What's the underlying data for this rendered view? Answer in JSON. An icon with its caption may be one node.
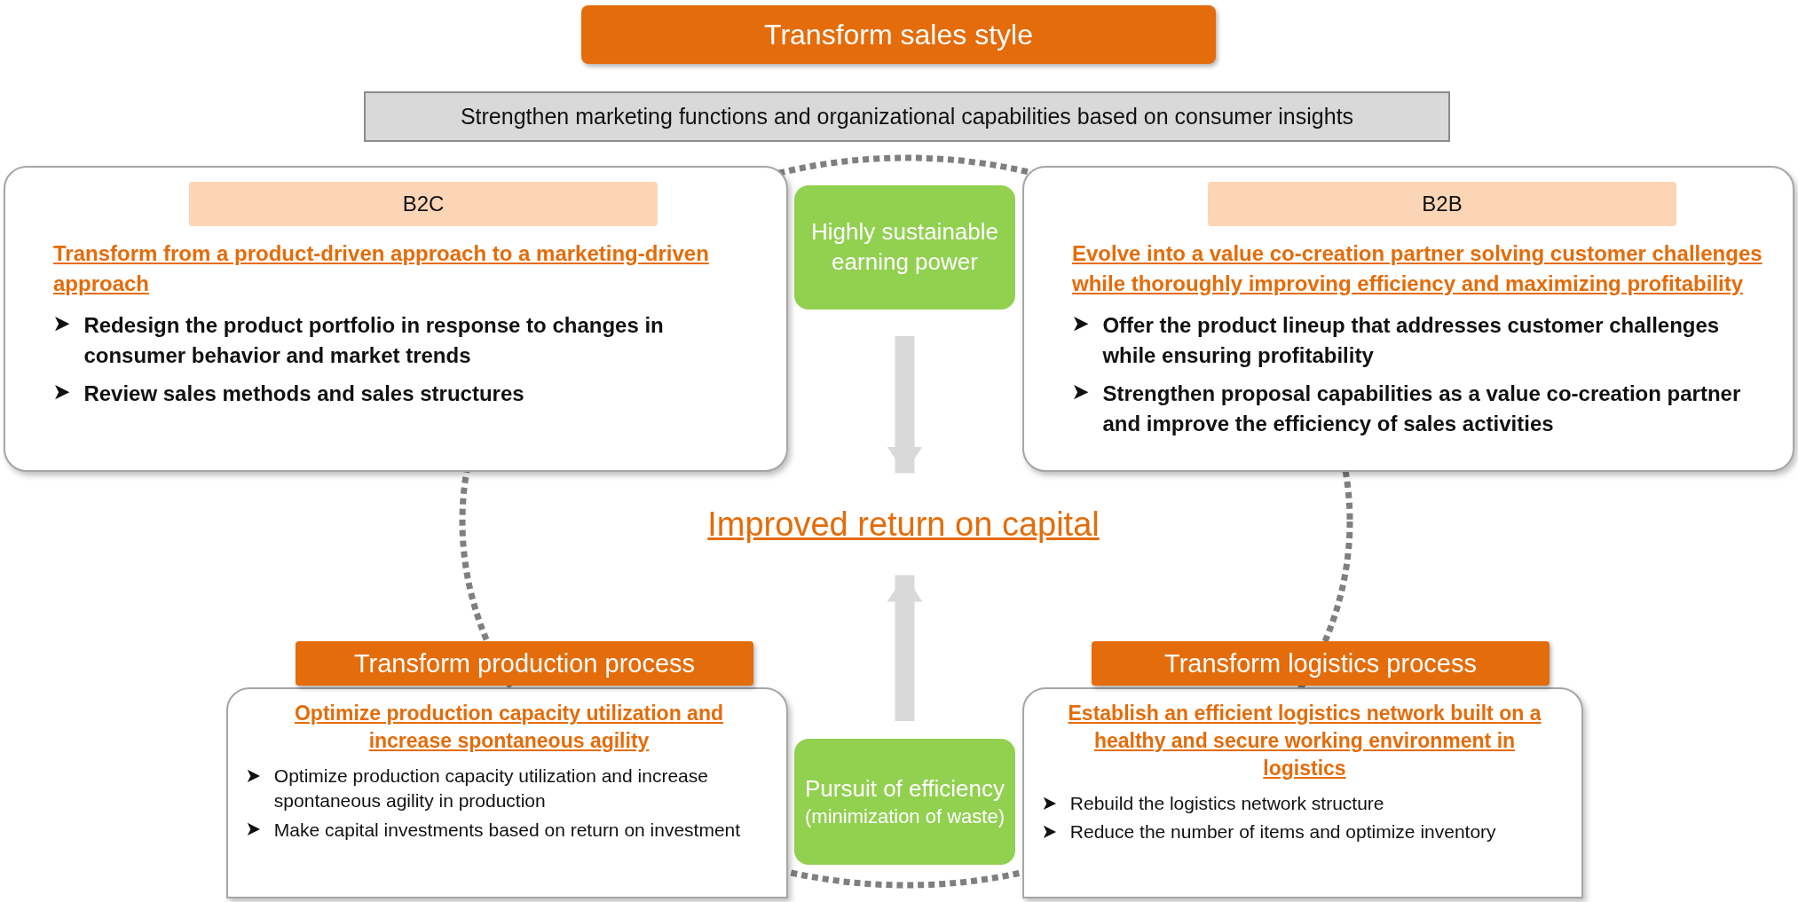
{
  "diagram": {
    "nodes": [
      {
        "text": [
          "Transform sales style"
        ]
      },
      {
        "text": [
          "Strengthen marketing functions and organizational capabilities based on consumer insights"
        ]
      },
      {
        "text": [
          "B2C",
          "Transform from a product-driven approach to a marketing-driven approach",
          "Redesign the product portfolio in response to changes in consumer behavior and market trends",
          "Review sales methods and sales structures"
        ]
      },
      {
        "text": [
          "Highly sustainable earning power"
        ]
      },
      {
        "text": [
          "B2B",
          "Evolve into a value co-creation partner solving customer challenges while thoroughly improving efficiency and maximizing profitability",
          "Offer the product lineup that addresses customer challenges while ensuring profitability",
          "Strengthen proposal capabilities as a value co-creation partner and improve the efficiency of sales activities"
        ]
      },
      {
        "text": [
          "Improved return on capital"
        ]
      },
      {
        "text": [
          "Transform production process",
          "Optimize production capacity utilization and increase spontaneous agility",
          "Optimize production capacity utilization and increase spontaneous agility in production",
          "Make capital investments based on return on investment"
        ]
      },
      {
        "text": [
          "Pursuit of efficiency",
          "(minimization of waste)"
        ]
      },
      {
        "text": [
          "Transform logistics process",
          "Establish an efficient logistics network built on a healthy and secure working environment in logistics",
          "Rebuild the logistics network structure",
          "Reduce the number of items and optimize inventory"
        ]
      }
    ],
    "edges": [
      {
        "from": 3,
        "to": 5,
        "arrow": "to"
      },
      {
        "from": 7,
        "to": 5,
        "arrow": "to"
      }
    ]
  }
}
